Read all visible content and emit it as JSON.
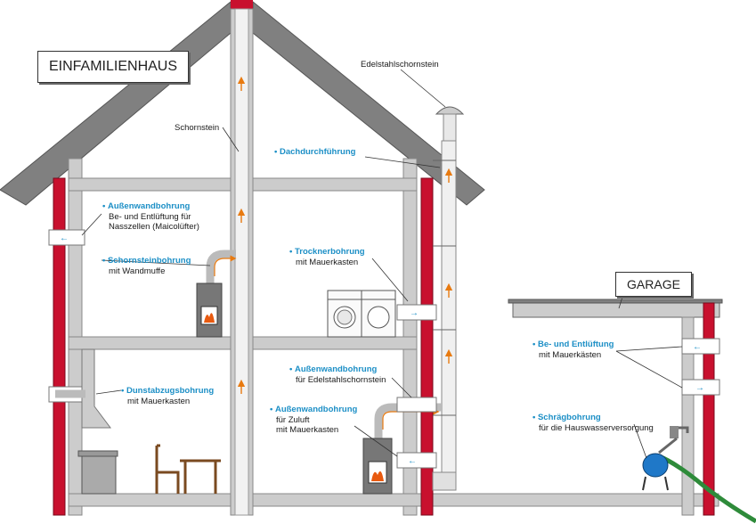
{
  "title_house": "EINFAMILIENHAUS",
  "title_garage": "GARAGE",
  "labels": {
    "schornstein": "Schornstein",
    "edelstahl": "Edelstahlschornstein",
    "dachdurch": "Dachdurchführung",
    "aussenwand1_title": "Außenwandbohrung",
    "aussenwand1_l1": "Be- und Entlüftung für",
    "aussenwand1_l2": "Nasszellen (Maicolüfter)",
    "schornsteinb_title": "Schornsteinbohrung",
    "schornsteinb_sub": "mit Wandmuffe",
    "trockner_title": "Trocknerbohrung",
    "trockner_sub": "mit Mauerkasten",
    "aussenwand2_title": "Außenwandbohrung",
    "aussenwand2_sub": "für Edelstahlschornstein",
    "dunst_title": "Dunstabzugsbohrung",
    "dunst_sub": "mit Mauerkasten",
    "aussenwand3_title": "Außenwandbohrung",
    "aussenwand3_l1": "für Zuluft",
    "aussenwand3_l2": "mit Mauerkasten",
    "garage_vent_title": "Be- und Entlüftung",
    "garage_vent_sub": "mit Mauerkästen",
    "schraeg_title": "Schrägbohrung",
    "schraeg_sub": "für die Hauswasserversorgung"
  },
  "colors": {
    "wall": "#cccccc",
    "roof": "#808080",
    "chimney_red": "#c8102e",
    "accent_blue": "#1c8fc6",
    "arrow_orange": "#e87a10",
    "hose_green": "#2e8b3a",
    "pump_blue": "#1f78c8"
  }
}
